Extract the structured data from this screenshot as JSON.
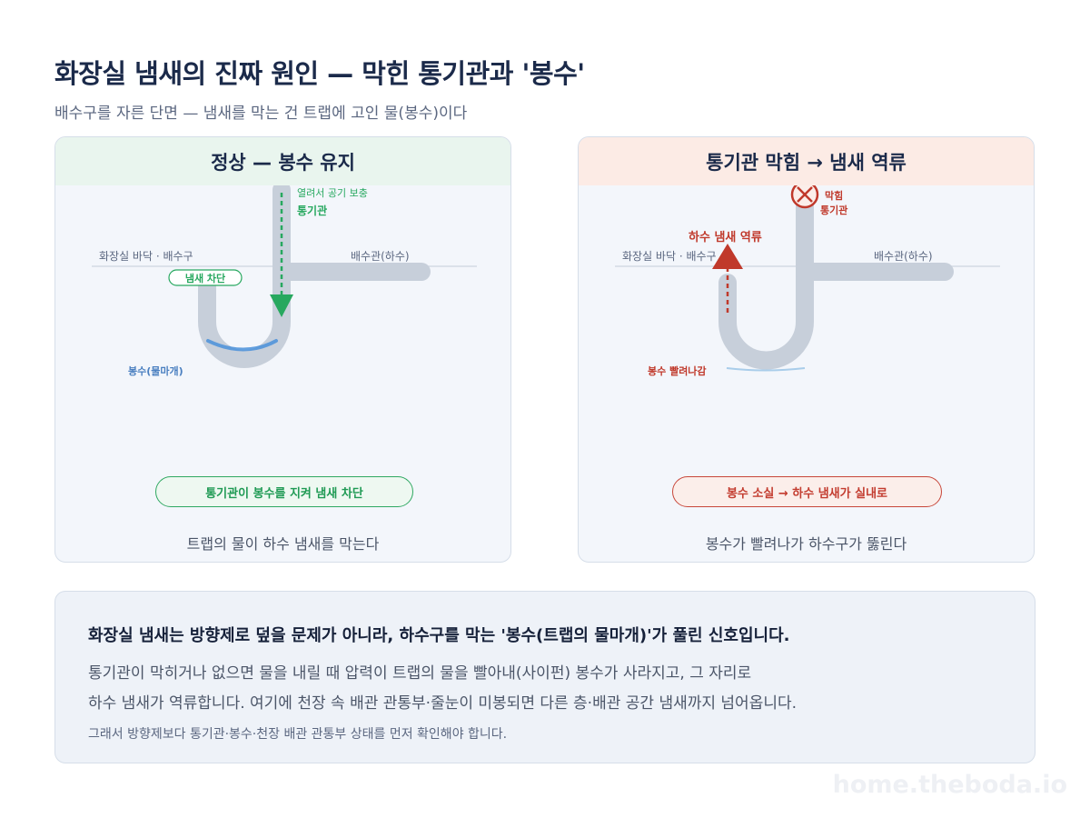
{
  "header": {
    "title": "화장실 냄새의 진짜 원인 — 막힌 통기관과 '봉수'",
    "subtitle": "배수구를 자른 단면 — 냄새를 막는 건 트랩에 고인 물(봉수)이다"
  },
  "panels": {
    "normal": {
      "title": "정상 — 봉수 유지",
      "label_vent_note": "열려서 공기 보충",
      "label_vent": "통기관",
      "label_floor": "화장실 바닥 · 배수구",
      "label_pipe": "배수관(하수)",
      "label_block_tag": "냄새 차단",
      "label_seal": "봉수(물마개)",
      "pill": "통기관이 봉수를 지켜 냄새 차단",
      "caption": "트랩의 물이 하수 냄새를 막는다"
    },
    "blocked": {
      "title": "통기관 막힘 → 냄새 역류",
      "label_blocked_1": "막힘",
      "label_blocked_2": "통기관",
      "label_backflow": "하수 냄새 역류",
      "label_floor": "화장실 바닥 · 배수구",
      "label_pipe": "배수관(하수)",
      "label_siphon": "봉수 빨려나감",
      "pill": "봉수 소실 → 하수 냄새가 실내로",
      "caption": "봉수가 빨려나가 하수구가 뚫린다"
    }
  },
  "note": {
    "headline": "화장실 냄새는 방향제로 덮을 문제가 아니라, 하수구를 막는 '봉수(트랩의 물마개)'가 풀린 신호입니다.",
    "body_line1": "통기관이 막히거나 없으면 물을 내릴 때 압력이 트랩의 물을 빨아내(사이펀) 봉수가 사라지고, 그 자리로",
    "body_line2": "하수 냄새가 역류합니다. 여기에 천장 속 배관 관통부·줄눈이 미봉되면 다른 층·배관 공간 냄새까지 넘어옵니다.",
    "footer": "그래서 방향제보다 통기관·봉수·천장 배관 관통부 상태를 먼저 확인해야 합니다."
  },
  "watermark": "home.theboda.io",
  "colors": {
    "pipe": "#c7cfda",
    "water": "#4a90d9",
    "green": "#27a85f",
    "red": "#c0392b",
    "navy": "#1b2a4a"
  }
}
